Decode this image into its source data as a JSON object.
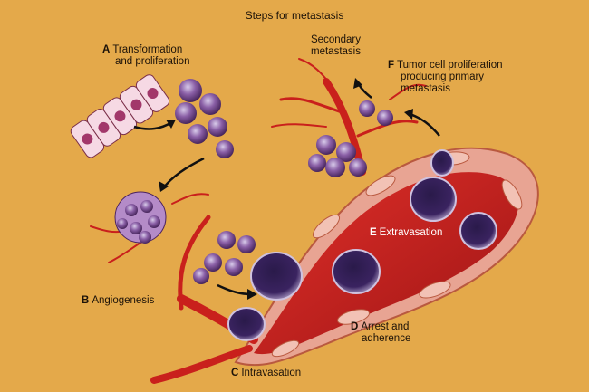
{
  "title": "Steps for metastasis",
  "colors": {
    "background": "#E4A94A",
    "vessel": "#C9201C",
    "vessel_dark": "#8E1212",
    "tumor_cell": "#5B2C6F",
    "tumor_highlight": "#C7B5DC",
    "vessel_wall": "#E59A8E"
  },
  "labels": {
    "a_letter": "A",
    "a_line1": "Transformation",
    "a_line2": "and proliferation",
    "b_letter": "B",
    "b_text": "Angiogenesis",
    "c_letter": "C",
    "c_text": "Intravasation",
    "d_letter": "D",
    "d_line1": "Arrest and",
    "d_line2": "adherence",
    "e_letter": "E",
    "e_text": "Extravasation",
    "f_letter": "F",
    "f_line1": "Tumor cell proliferation",
    "f_line2": "producing primary",
    "f_line3": "metastasis",
    "secondary_line1": "Secondary",
    "secondary_line2": "metastasis"
  }
}
